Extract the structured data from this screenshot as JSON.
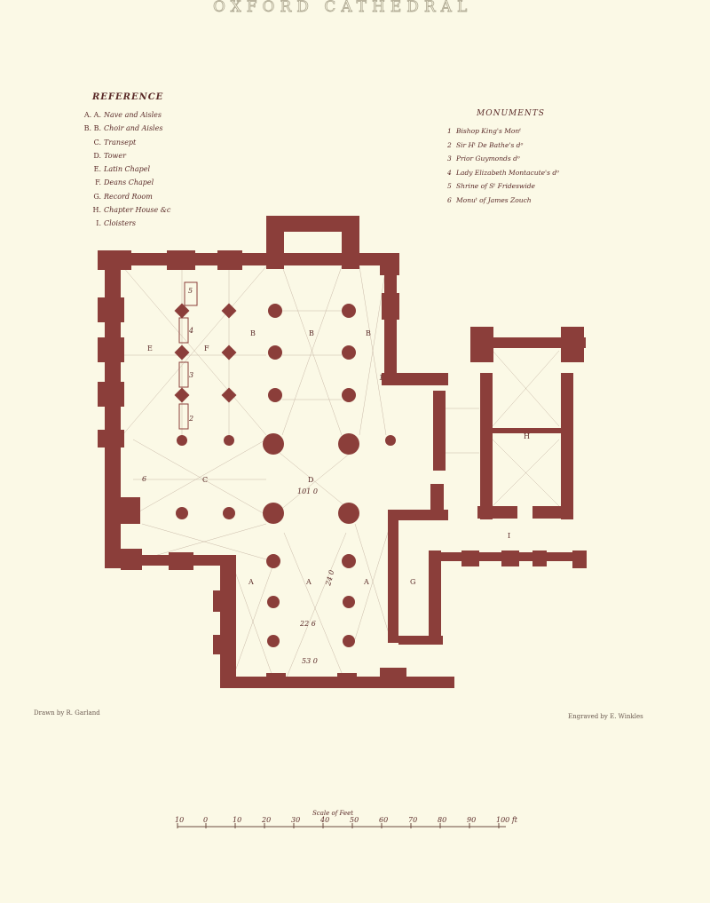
{
  "title": "OXFORD CATHEDRAL",
  "reference": {
    "heading": "REFERENCE",
    "items": [
      {
        "key": "A. A.",
        "label": "Nave and Aisles"
      },
      {
        "key": "B. B.",
        "label": "Choir and Aisles"
      },
      {
        "key": "C.",
        "label": "Transept"
      },
      {
        "key": "D.",
        "label": "Tower"
      },
      {
        "key": "E.",
        "label": "Latin Chapel"
      },
      {
        "key": "F.",
        "label": "Deans Chapel"
      },
      {
        "key": "G.",
        "label": "Record Room"
      },
      {
        "key": "H.",
        "label": "Chapter House &c"
      },
      {
        "key": "I.",
        "label": "Cloisters"
      }
    ]
  },
  "monuments": {
    "heading": "MONUMENTS",
    "items": [
      {
        "key": "1",
        "label": "Bishop King's Monᵗ"
      },
      {
        "key": "2",
        "label": "Sir Hᵗ De Bathe's dᵒ"
      },
      {
        "key": "3",
        "label": "Prior Guymonds dᵒ"
      },
      {
        "key": "4",
        "label": "Lady Elizabeth Montacute's dᵒ"
      },
      {
        "key": "5",
        "label": "Shrine of Sᵗ Frideswide"
      },
      {
        "key": "6",
        "label": "Monuᵗ of James Zouch"
      }
    ]
  },
  "plan_labels": {
    "A1": "A",
    "A2": "A",
    "A3": "A",
    "B1": "B",
    "B2": "B",
    "B3": "B",
    "C": "C",
    "D": "D",
    "E": "E",
    "F": "F",
    "G": "G",
    "H": "H",
    "I": "I",
    "dim_tower": "101  0",
    "dim_nave_width": "22  6",
    "dim_nave_length": "53  0",
    "dim_side": "24  0",
    "m1": "1",
    "m2": "2",
    "m3": "3",
    "m4": "4",
    "m5": "5",
    "m6": "6"
  },
  "credits": {
    "drawn": "Drawn by R. Garland",
    "engraved": "Engraved by E. Winkles"
  },
  "scale": {
    "title": "Scale of Feet",
    "ticks": [
      "10",
      "0",
      "10",
      "20",
      "30",
      "40",
      "50",
      "60",
      "70",
      "80",
      "90",
      "100 ft"
    ]
  },
  "colors": {
    "wall": "#8b3e3a",
    "paper": "#fbf9e6"
  }
}
